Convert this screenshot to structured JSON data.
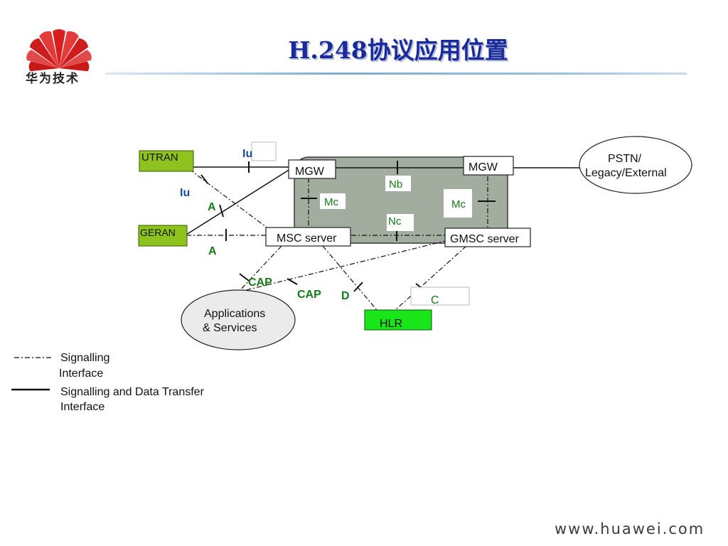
{
  "header": {
    "title": "H.248协议应用位置",
    "logo_text": "华为技术"
  },
  "footer": {
    "url": "www.huawei.com"
  },
  "diagram": {
    "nodes": {
      "utran": "UTRAN",
      "geran": "GERAN",
      "mgw_left": "MGW",
      "mgw_right": "MGW",
      "msc_server": "MSC server",
      "gmsc_server": "GMSC server",
      "hlr": "HLR",
      "pstn_line1": "PSTN/",
      "pstn_line2": "Legacy/External",
      "apps_line1": "Applications",
      "apps_line2": "& Services"
    },
    "interfaces": {
      "iu_top": "Iu",
      "iu_left": "Iu",
      "a_upper": "A",
      "a_lower": "A",
      "nb": "Nb",
      "mc_left": "Mc",
      "mc_right": "Mc",
      "nc": "Nc",
      "cap_left": "CAP",
      "cap_right": "CAP",
      "d": "D",
      "c": "C"
    },
    "legend": {
      "signalling_line1": "Signalling",
      "signalling_line2": "Interface",
      "data_line1": "Signalling and Data Transfer",
      "data_line2": "Interface"
    },
    "colors": {
      "green_box": "#8dc21f",
      "hlr_green": "#19e619",
      "core_fill": "#a3ad9f",
      "interface_text": "#157a15",
      "dark_text": "#111111"
    }
  }
}
